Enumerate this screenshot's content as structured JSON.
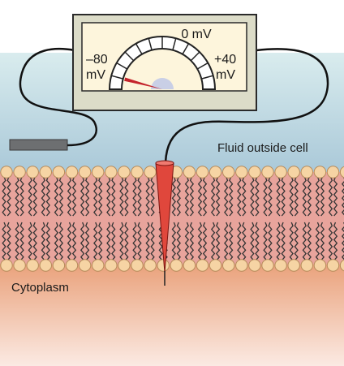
{
  "meter": {
    "zero_label": "0 mV",
    "left_value": "–80",
    "left_unit": "mV",
    "right_value": "+40",
    "right_unit": "mV",
    "needle_reading_mv": -70,
    "scale_min_mv": -80,
    "scale_max_mv": 40
  },
  "labels": {
    "outside": "Fluid outside cell",
    "inside": "Cytoplasm"
  },
  "colors": {
    "fluid_top": "#d9ecee",
    "fluid_bottom": "#a9c8d8",
    "membrane_interior": "#e8a49c",
    "lipid_head": "#f6d4a4",
    "lipid_head_stroke": "#b78c5c",
    "cytoplasm_top": "#eaa27c",
    "cytoplasm_bottom": "#fbeae3",
    "electrode": "#e0473c",
    "needle": "#c4242c",
    "meter_case": "#dcdcc8",
    "meter_face": "#fdf5dc",
    "reference_electrode": "#6d6f71"
  }
}
